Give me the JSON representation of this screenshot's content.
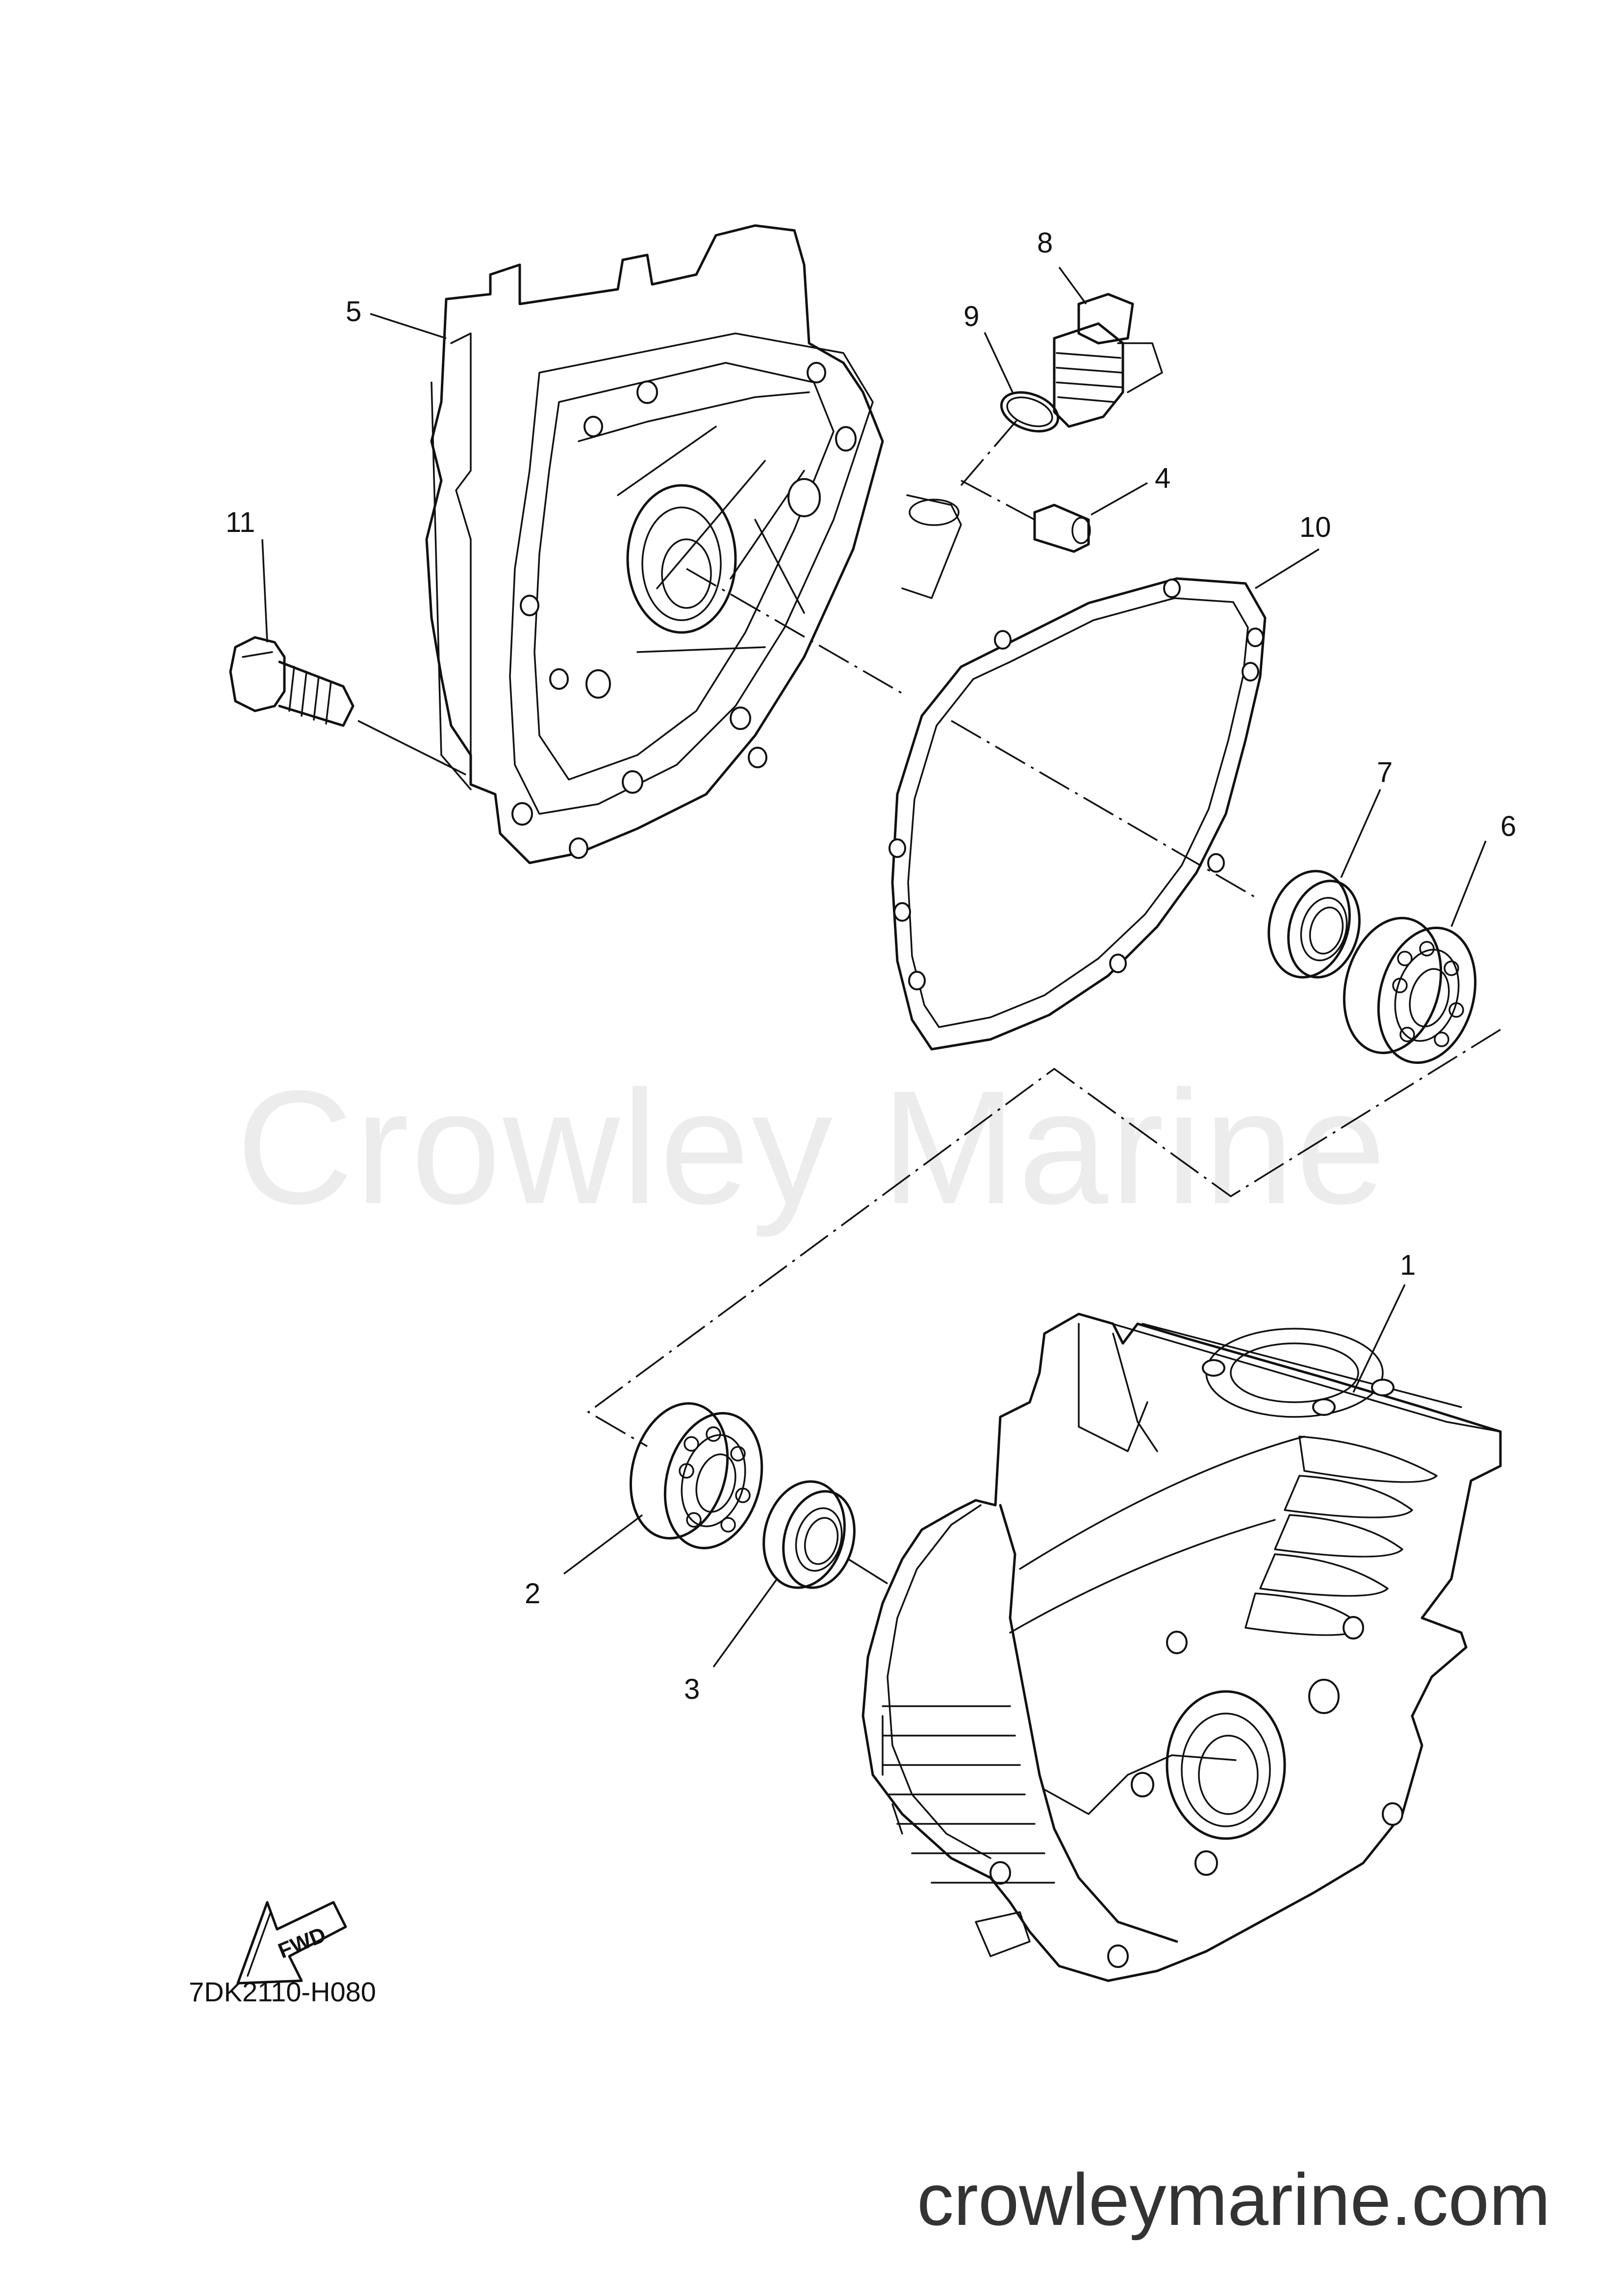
{
  "watermark": "Crowley Marine",
  "site_url": "crowleymarine.com",
  "diagram_code": "7DK2110-H080",
  "fwd_label": "FWD",
  "callouts": {
    "c1": "1",
    "c2": "2",
    "c3": "3",
    "c4": "4",
    "c5": "5",
    "c6": "6",
    "c7": "7",
    "c8": "8",
    "c9": "9",
    "c10": "10",
    "c11": "11"
  },
  "icons": {
    "fwd": "forward-arrow-icon"
  }
}
